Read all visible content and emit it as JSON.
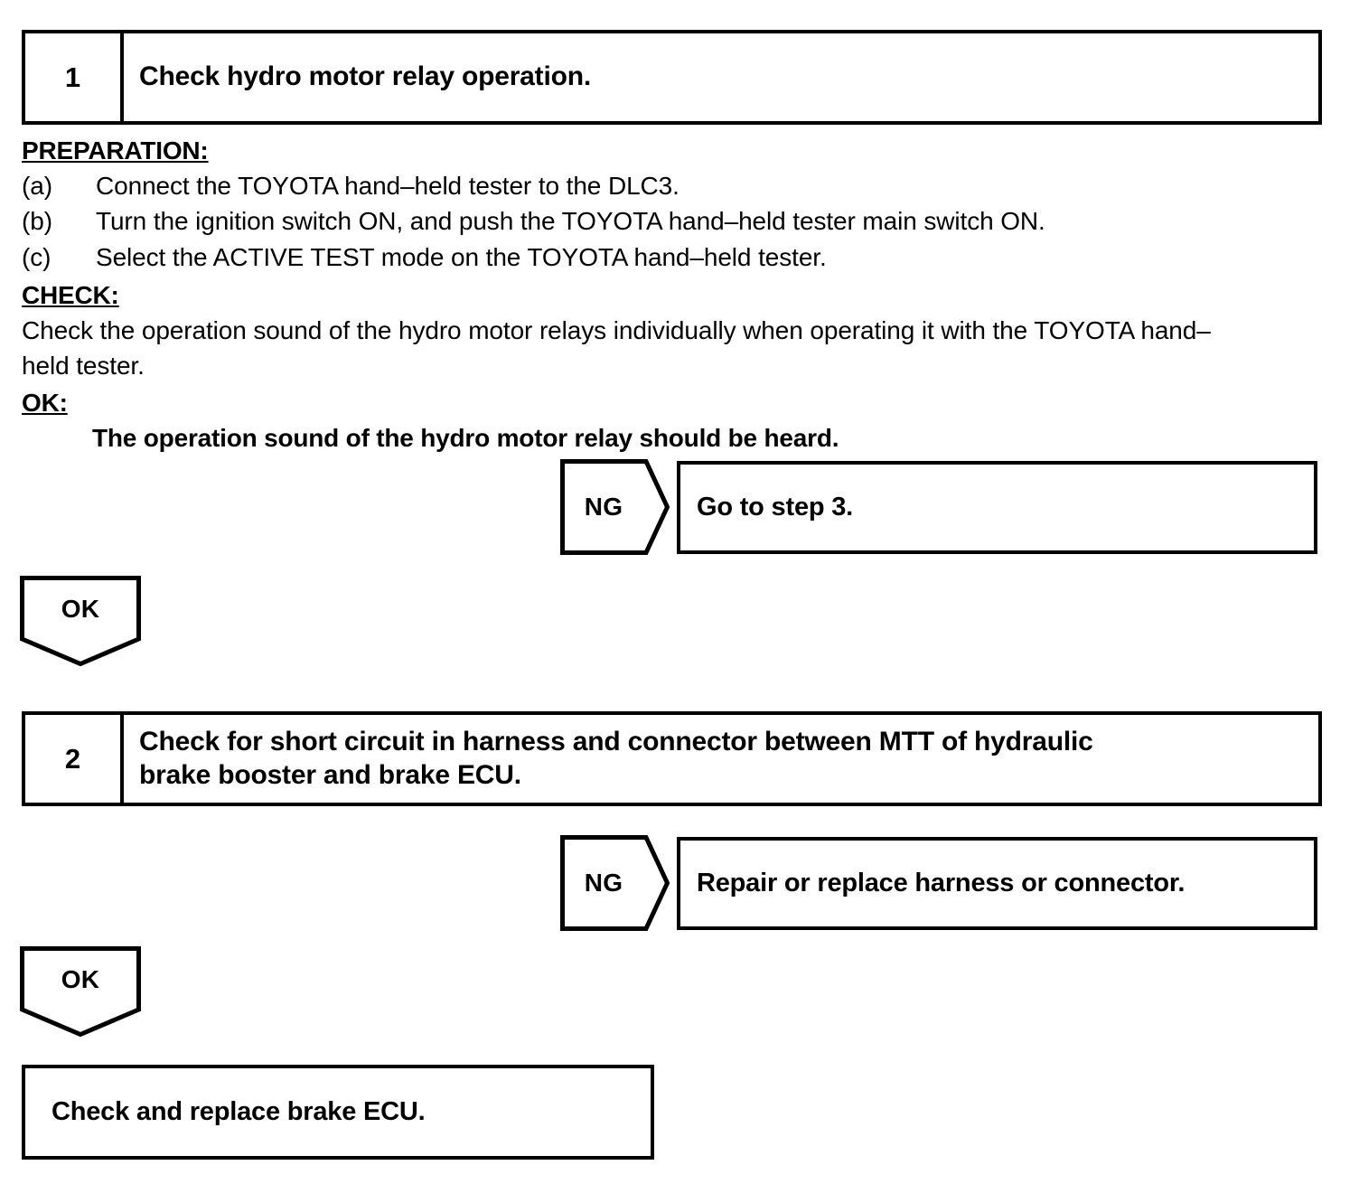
{
  "steps": [
    {
      "number": "1",
      "title_lines": [
        "Check hydro motor relay operation."
      ]
    },
    {
      "number": "2",
      "title_lines": [
        "Check for short circuit in harness and connector between MTT of hydraulic",
        "brake booster and brake ECU."
      ]
    }
  ],
  "preparation": {
    "heading": "PREPARATION:",
    "items": [
      {
        "marker": "(a)",
        "text": "Connect the TOYOTA hand–held tester to the DLC3."
      },
      {
        "marker": "(b)",
        "text": "Turn the ignition switch ON, and push the TOYOTA hand–held tester main switch ON."
      },
      {
        "marker": "(c)",
        "text": "Select the ACTIVE TEST mode on the TOYOTA hand–held tester."
      }
    ]
  },
  "check": {
    "heading": "CHECK:",
    "lines": [
      "Check the operation sound of the hydro motor relays individually when operating it with the TOYOTA hand–",
      "held tester."
    ]
  },
  "ok_criteria": {
    "heading": "OK:",
    "statement": "The operation sound of the hydro motor relay should be heard."
  },
  "branches": {
    "ng_label": "NG",
    "ok_label": "OK",
    "step1_ng_result": "Go to step 3.",
    "step2_ng_result": "Repair or replace harness or connector."
  },
  "final_action": "Check and replace brake ECU.",
  "colors": {
    "ink": "#000000",
    "paper": "#ffffff"
  }
}
